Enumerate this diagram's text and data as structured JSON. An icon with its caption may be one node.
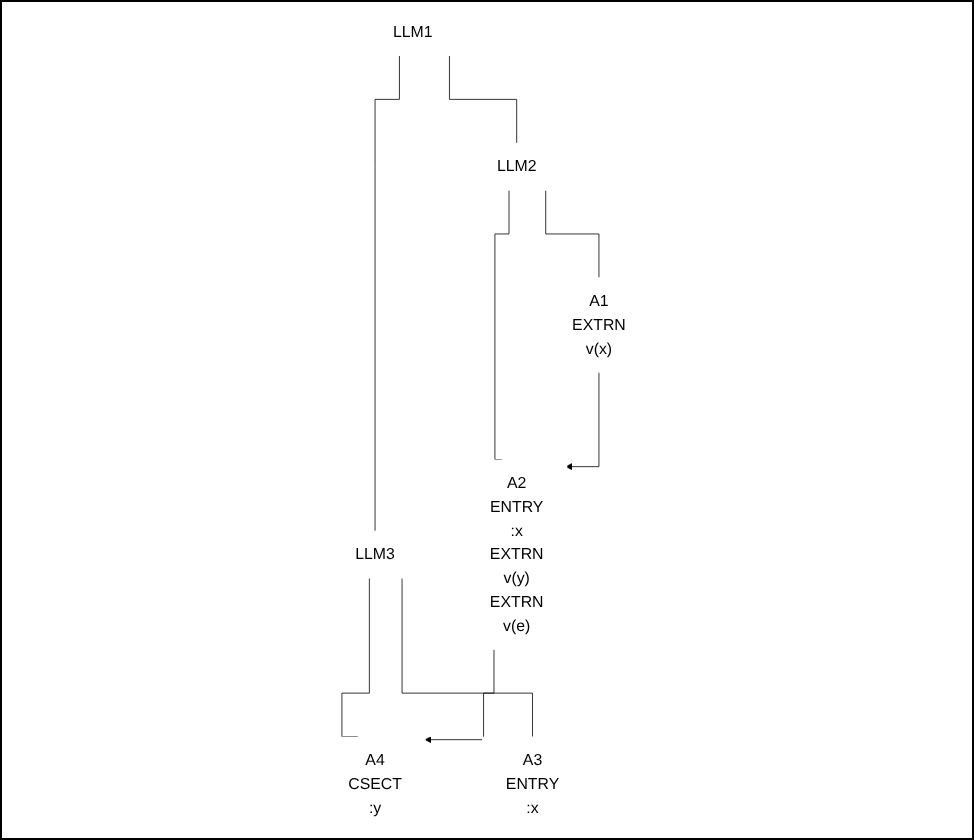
{
  "diagram": {
    "nodes": [
      {
        "text": [
          "LLM1"
        ]
      },
      {
        "text": [
          "LLM2"
        ]
      },
      {
        "text": [
          "LLM3"
        ]
      },
      {
        "text": [
          "A1",
          "EXTRN",
          "v(x)"
        ]
      },
      {
        "text": [
          "A2",
          "ENTRY",
          ":x",
          "EXTRN",
          "v(y)",
          "EXTRN",
          "v(e)"
        ]
      },
      {
        "text": [
          "A3",
          "ENTRY",
          ":x"
        ]
      },
      {
        "text": [
          "A4",
          "CSECT",
          ":y"
        ]
      }
    ],
    "edges": [
      {
        "from": 0,
        "to": 1,
        "arrow": "none"
      },
      {
        "from": 0,
        "to": 2,
        "arrow": "none"
      },
      {
        "from": 1,
        "to": 3,
        "arrow": "none"
      },
      {
        "from": 1,
        "to": 4,
        "arrow": "none"
      },
      {
        "from": 2,
        "to": 5,
        "arrow": "none"
      },
      {
        "from": 2,
        "to": 6,
        "arrow": "none"
      },
      {
        "from": 3,
        "to": 4,
        "arrow": "to"
      },
      {
        "from": 4,
        "to": 6,
        "arrow": "to"
      }
    ]
  }
}
